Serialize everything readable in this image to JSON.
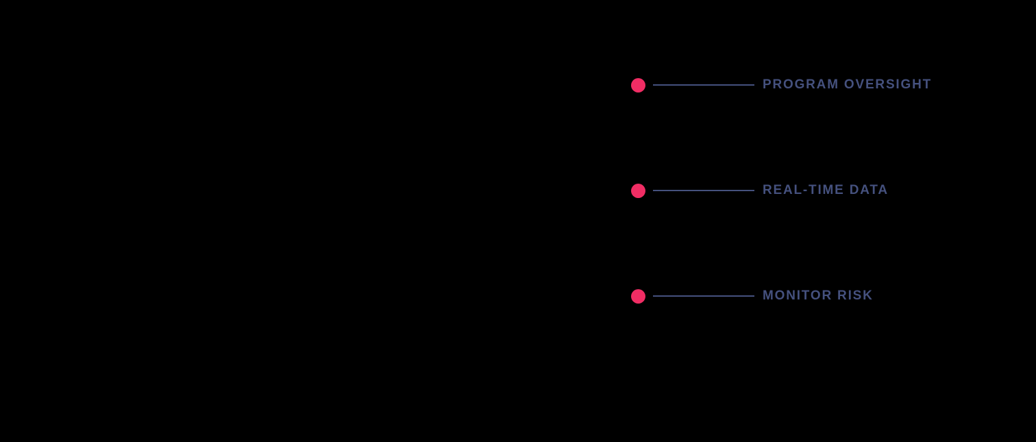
{
  "colors": {
    "background": "#000000",
    "dot": "#F02D64",
    "line": "#45517E",
    "label": "#45517E"
  },
  "icons": {
    "bullet_dot": "filled-circle"
  },
  "callouts": [
    {
      "label": "PROGRAM OVERSIGHT"
    },
    {
      "label": "REAL-TIME DATA"
    },
    {
      "label": "MONITOR RISK"
    }
  ]
}
